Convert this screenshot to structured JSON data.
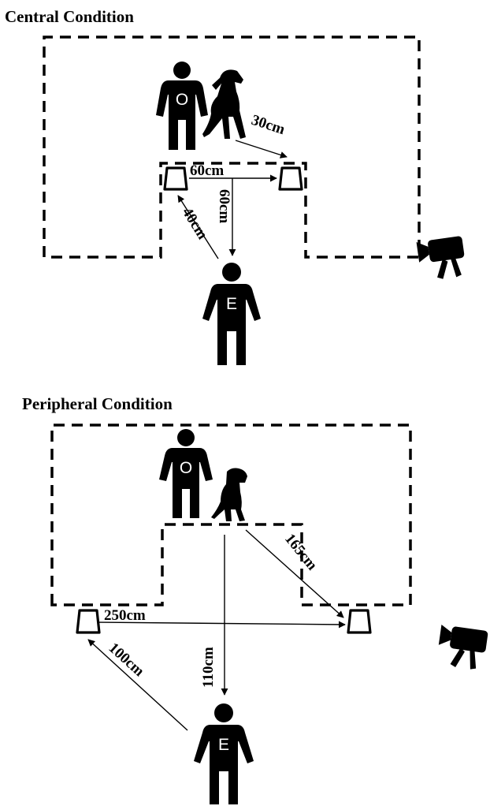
{
  "central": {
    "title": "Central Condition",
    "observer_label": "O",
    "experimenter_label": "E",
    "distances": {
      "dog_to_cup": "30cm",
      "between_cups": "60cm",
      "to_experimenter": "60cm",
      "experimenter_to_cup": "40cm"
    }
  },
  "peripheral": {
    "title": "Peripheral Condition",
    "observer_label": "O",
    "experimenter_label": "E",
    "distances": {
      "dog_to_cup": "165cm",
      "between_cups": "250cm",
      "to_experimenter": "110cm",
      "experimenter_to_cup": "100cm"
    }
  },
  "icons": [
    "person-icon",
    "dog-icon",
    "cup-icon",
    "video-camera-icon"
  ],
  "colors": {
    "ink": "#000000",
    "background": "#ffffff"
  }
}
